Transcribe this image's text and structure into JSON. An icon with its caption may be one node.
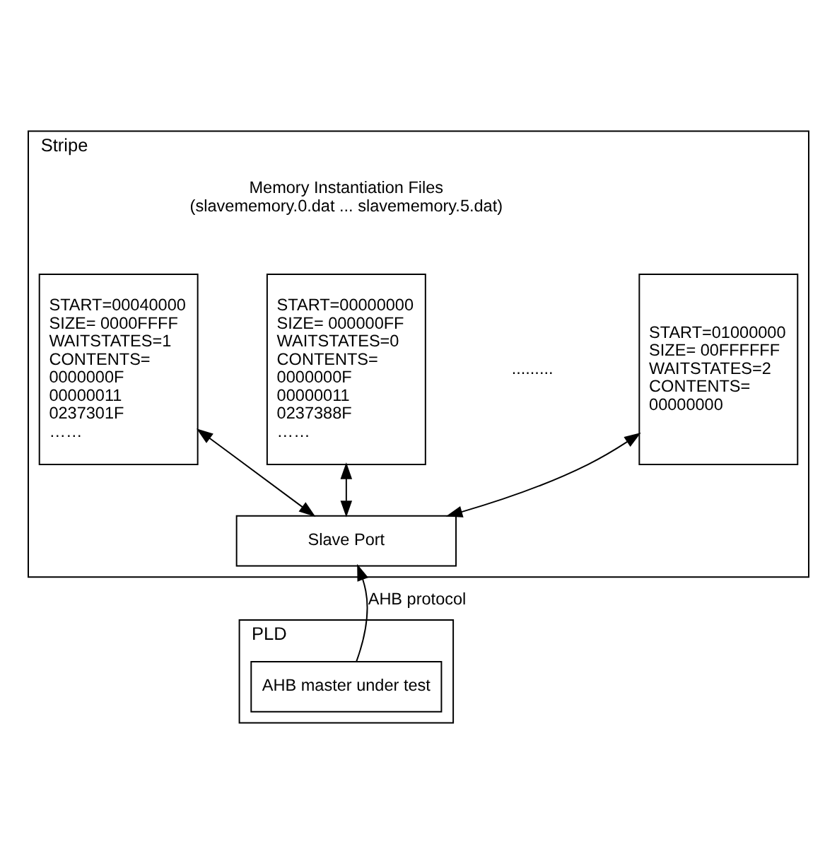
{
  "diagram": {
    "nodes": [
      {
        "text": [
          "Stripe"
        ]
      },
      {
        "text": [
          "START=00040000",
          "SIZE= 0000FFFF",
          "WAITSTATES=1",
          "CONTENTS=",
          "0000000F",
          "00000011",
          "0237301F",
          "……"
        ],
        "in": 0
      },
      {
        "text": [
          "START=00000000",
          "SIZE= 000000FF",
          "WAITSTATES=0",
          "CONTENTS=",
          "0000000F",
          "00000011",
          "0237388F",
          "……"
        ],
        "in": 0
      },
      {
        "text": [
          "START=01000000",
          "SIZE= 00FFFFFF",
          "WAITSTATES=2",
          "CONTENTS=",
          "00000000"
        ],
        "in": 0
      },
      {
        "text": [
          "Slave Port"
        ],
        "in": 0
      },
      {
        "text": [
          "PLD"
        ]
      },
      {
        "text": [
          "AHB master under test"
        ],
        "in": 5
      }
    ],
    "edges": [
      {
        "from": 1,
        "to": 4,
        "arrow": "both"
      },
      {
        "from": 2,
        "to": 4,
        "arrow": "both"
      },
      {
        "from": 3,
        "to": 4,
        "arrow": "both"
      },
      {
        "from": 6,
        "to": 4,
        "arrow": "to",
        "label": "AHB protocol"
      }
    ],
    "labels": [
      "Memory Instantiation Files (slavememory.0.dat ... slavememory.5.dat)",
      "........."
    ]
  }
}
